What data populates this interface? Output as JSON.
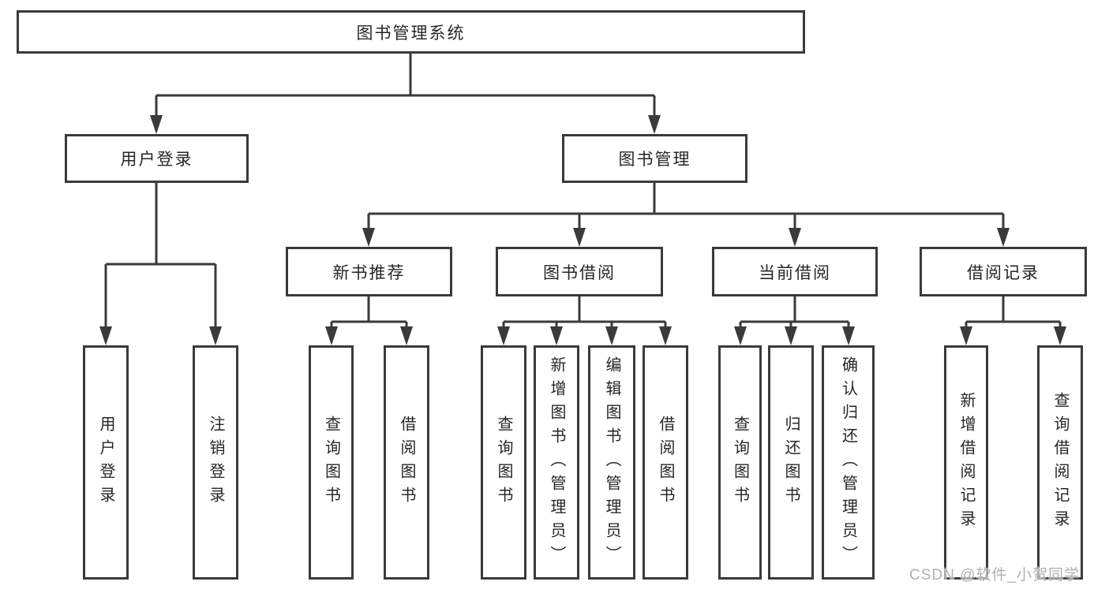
{
  "diagram": {
    "root": {
      "label": "图书管理系统"
    },
    "branches": [
      {
        "label": "用户登录",
        "leaves": [
          "用户登录",
          "注销登录"
        ]
      },
      {
        "label": "图书管理",
        "groups": [
          {
            "label": "新书推荐",
            "leaves": [
              "查询图书",
              "借阅图书"
            ]
          },
          {
            "label": "图书借阅",
            "leaves": [
              "查询图书",
              "新增图书（管理员）",
              "编辑图书（管理员）",
              "借阅图书"
            ]
          },
          {
            "label": "当前借阅",
            "leaves": [
              "查询图书",
              "归还图书",
              "确认归还（管理员）"
            ]
          },
          {
            "label": "借阅记录",
            "leaves": [
              "新增借阅记录",
              "查询借阅记录"
            ]
          }
        ]
      }
    ]
  },
  "watermark": {
    "text": "CSDN @软件_小贺同学"
  },
  "colors": {
    "line": "#3a3a3a",
    "text": "#262626",
    "fill": "#ffffff",
    "watermark": "#b0b0b0"
  }
}
